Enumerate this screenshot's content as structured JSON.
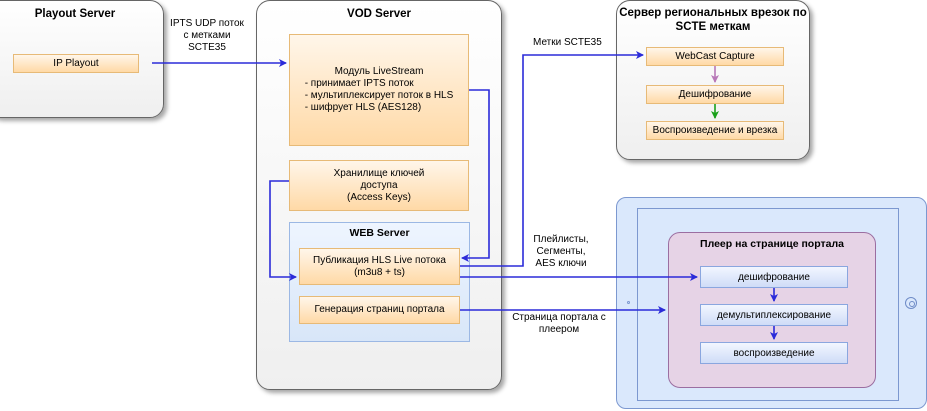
{
  "playout_server": {
    "title": "Playout Server",
    "ip_playout": "IP Playout"
  },
  "vod_server": {
    "title": "VOD Server",
    "livestream": {
      "title": "Модуль LiveStream",
      "lines": [
        "- принимает IPTS поток",
        "- мультиплексирует поток в HLS",
        "- шифрует HLS (AES128)"
      ]
    },
    "key_storage": "Хранилище ключей\nдоступа\n(Access Keys)",
    "web_server": {
      "title": "WEB Server",
      "hls_publish": "Публикация HLS Live потока\n(m3u8 + ts)",
      "portal_gen": "Генерация страниц портала"
    }
  },
  "regional_server": {
    "title": "Сервер региональных врезок по\nSCTE меткам",
    "steps": [
      "WebCast Capture",
      "Дешифрование",
      "Воспроизведение и врезка"
    ]
  },
  "tablet": {
    "player": {
      "title": "Плеер на странице портала",
      "steps": [
        "дешифрование",
        "демультиплексирование",
        "воспроизведение"
      ]
    }
  },
  "edge_labels": {
    "ipts": "IPTS UDP поток\nс метками\nSCTE35",
    "scte": "Метки SCTE35",
    "playlists": "Плейлисты,\nСегменты,\nAES ключи",
    "portal_page": "Страница портала с\nплеером"
  },
  "colors": {
    "arrow_blue": "#2b2bd9",
    "arrow_pink": "#b878b8",
    "arrow_green": "#1aa01a",
    "box_orange": "#ffd9a6",
    "box_blue": "#cfdcf7",
    "player_bg": "#e6d3e6"
  }
}
